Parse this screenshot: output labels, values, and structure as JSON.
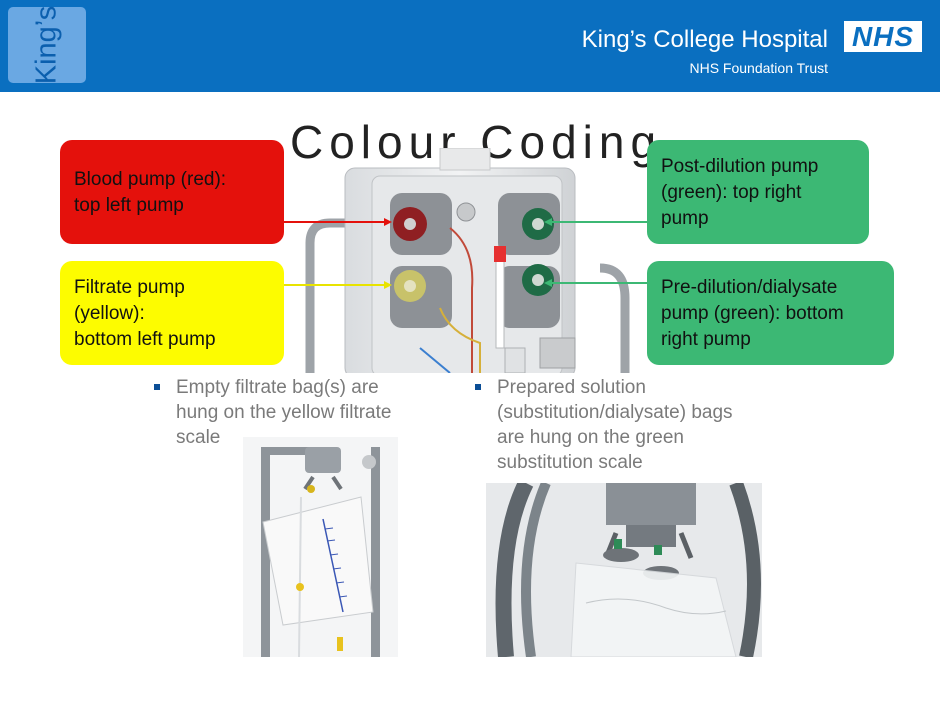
{
  "header": {
    "logo_text": "King’s",
    "hospital_name": "King’s College Hospital",
    "trust": "NHS Foundation Trust",
    "nhs_badge": "NHS",
    "bg_color": "#0a6fc0"
  },
  "slide": {
    "title_fragment": "Colour Coding"
  },
  "callouts": {
    "blood_pump": [
      "Blood pump (red):",
      "top left pump"
    ],
    "filtrate_pump": [
      "Filtrate pump",
      "(yellow):",
      "bottom left pump"
    ],
    "post_dilution_pump": [
      "Post-dilution pump",
      "(green): top right",
      "pump"
    ],
    "pre_dilution_pump": [
      "Pre-dilution/dialysate",
      "pump (green): bottom",
      "right pump"
    ]
  },
  "bullets": {
    "filtrate_bag": [
      "Empty filtrate bag(s) are",
      "hung on the yellow filtrate",
      "scale"
    ],
    "solution_bags": [
      "Prepared solution",
      "(substitution/dialysate) bags",
      "are hung on the green",
      "substitution scale"
    ]
  },
  "colors": {
    "red": "#e4110c",
    "yellow": "#fdfc00",
    "green": "#3cb874",
    "bullet_marker": "#0b4e96"
  }
}
